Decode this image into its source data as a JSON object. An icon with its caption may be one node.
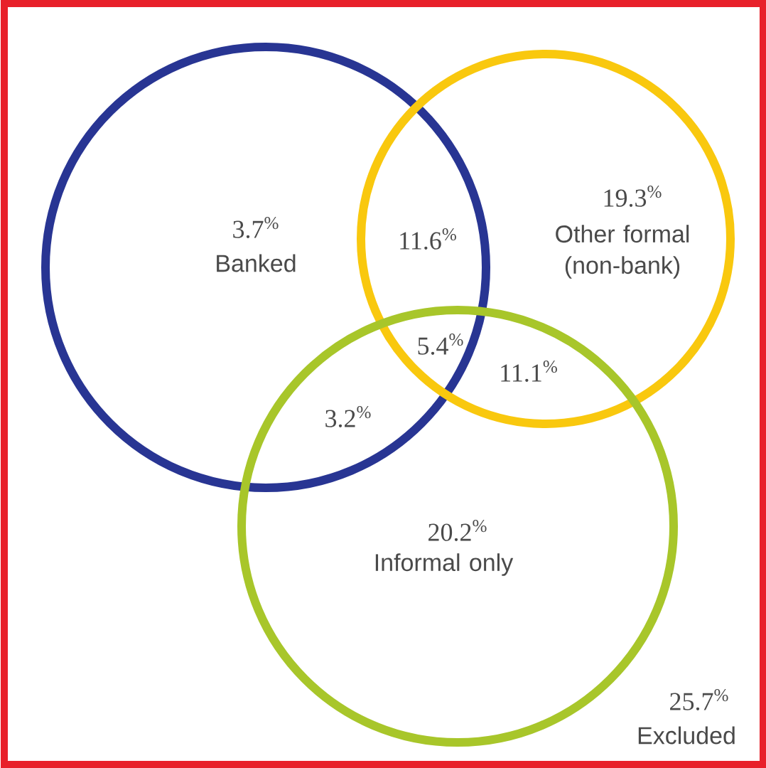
{
  "diagram": {
    "nodes": [
      {
        "text": [
          "25.7$^{%}$",
          "Excluded"
        ]
      },
      {
        "text": [
          "3.7$^{%}$",
          "Banked"
        ],
        "in": 0
      },
      {
        "text": [
          "19.3$^{%}$",
          "Other formal (non-bank)"
        ],
        "in": 0
      },
      {
        "text": [
          "20.2$^{%}$",
          "Informal only"
        ],
        "in": 0
      }
    ],
    "labels": [
      "11.6$^{%}$",
      "5.4$^{%}$",
      "11.1$^{%}$",
      "3.2$^{%}$"
    ]
  }
}
